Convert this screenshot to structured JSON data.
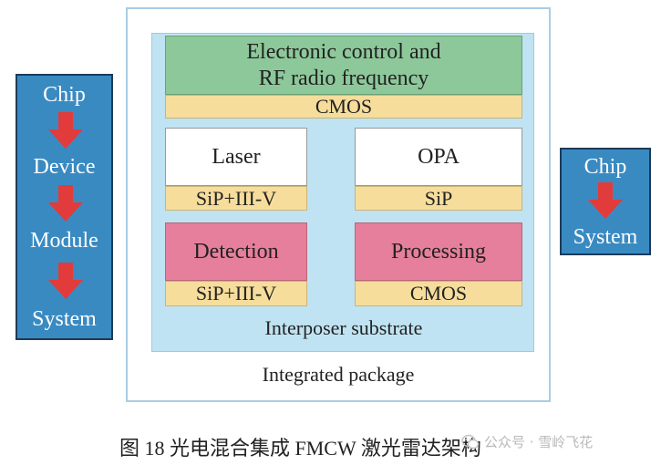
{
  "left_flow": {
    "items": [
      "Chip",
      "Device",
      "Module",
      "System"
    ]
  },
  "right_flow": {
    "items": [
      "Chip",
      "System"
    ]
  },
  "package": {
    "top_block": {
      "line1": "Electronic control and",
      "line2": "RF radio frequency",
      "layer": "CMOS"
    },
    "laser": {
      "label": "Laser",
      "layer": "SiP+III-V"
    },
    "opa": {
      "label": "OPA",
      "layer": "SiP"
    },
    "detection": {
      "label": "Detection",
      "layer": "SiP+III-V"
    },
    "processing": {
      "label": "Processing",
      "layer": "CMOS"
    },
    "substrate_label": "Interposer substrate",
    "package_label": "Integrated package"
  },
  "caption": "图 18  光电混合集成 FMCW 激光雷达架构",
  "watermark": "公众号 · 雪岭飞花",
  "colors": {
    "flow_blue": "#3a8ac2",
    "arrow_red": "#e23b3b",
    "green": "#8dc89a",
    "layer_yellow": "#f6dd9c",
    "pink": "#e67f9b",
    "substrate_blue": "#bfe3f2"
  }
}
